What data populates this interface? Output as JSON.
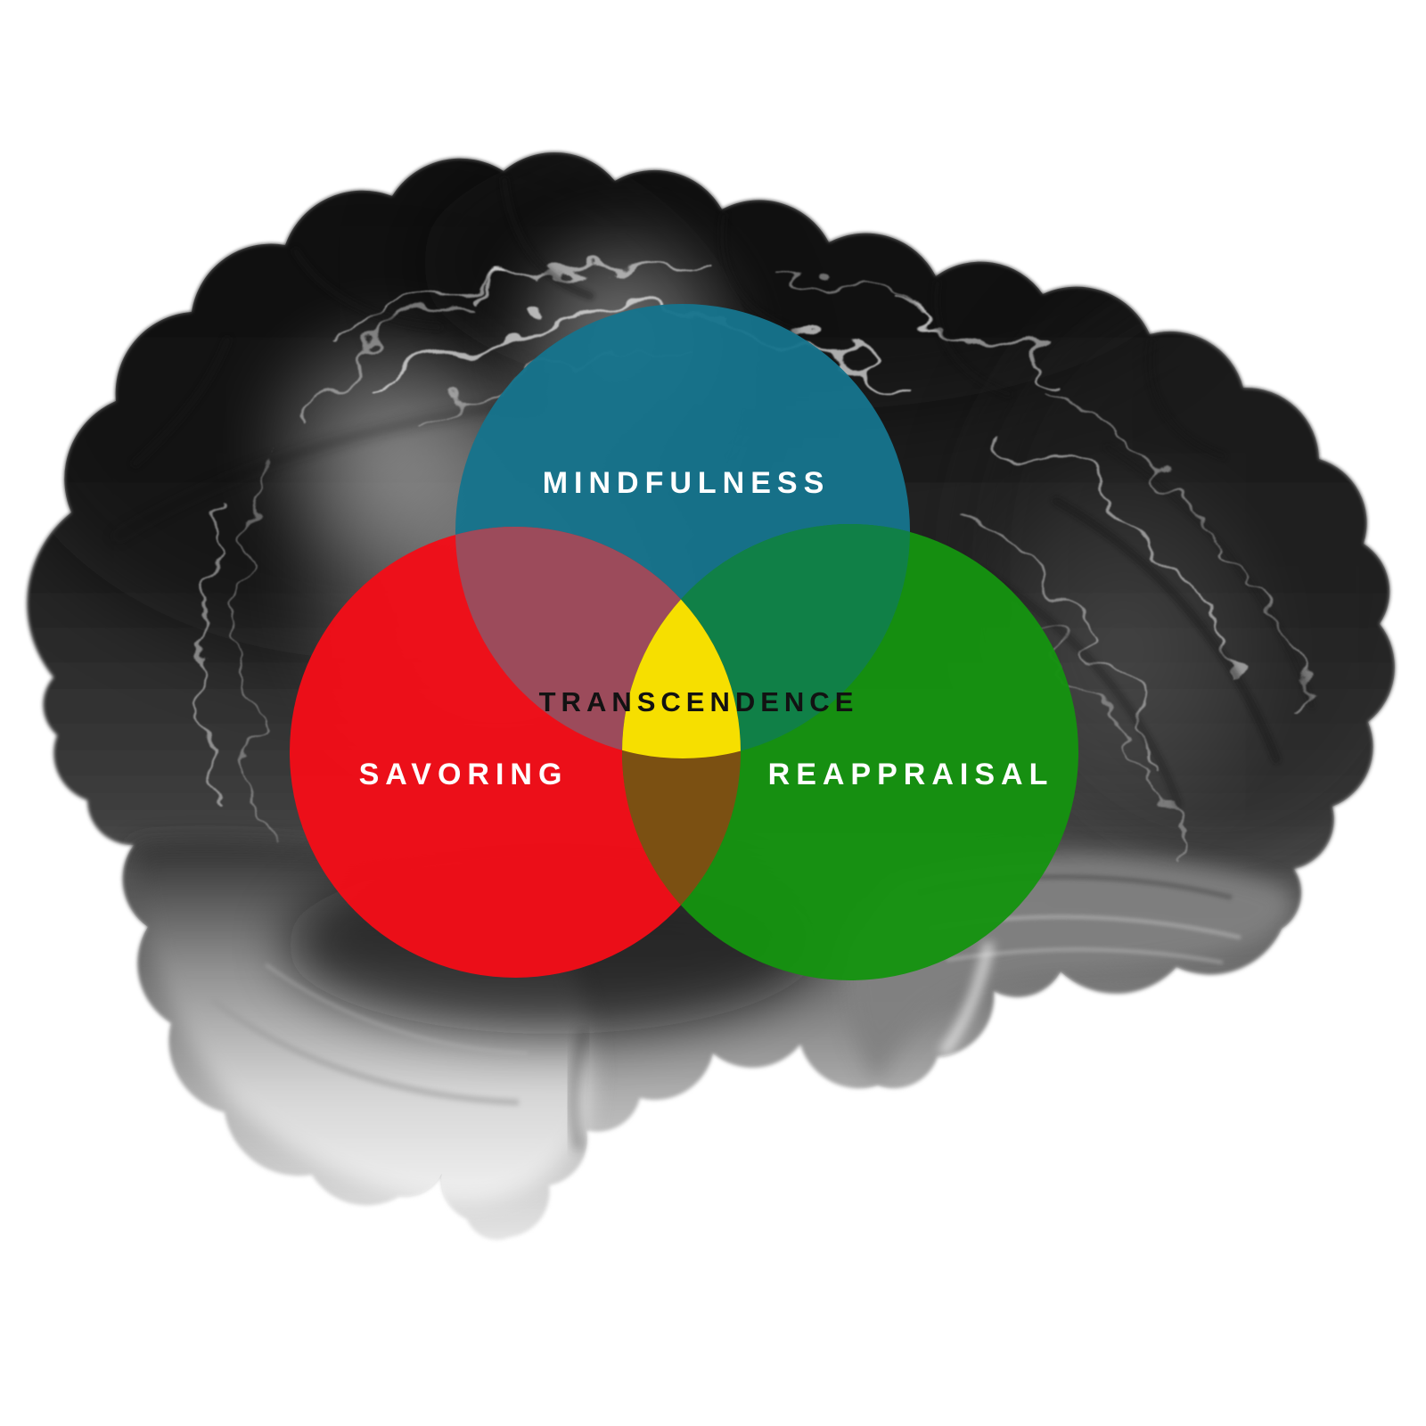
{
  "page": {
    "background_color": "#ffffff"
  },
  "background": {
    "illustration": "human-brain-lateral-view",
    "style": "grayscale"
  },
  "venn": {
    "circles": [
      {
        "id": "mindfulness",
        "label": "MINDFULNESS",
        "color": "#16748c",
        "label_color": "#ffffff"
      },
      {
        "id": "savoring",
        "label": "SAVORING",
        "color": "#f20d18",
        "label_color": "#ffffff"
      },
      {
        "id": "reappraisal",
        "label": "REAPPRAISAL",
        "color": "#159310",
        "label_color": "#ffffff"
      }
    ],
    "overlaps": {
      "mindfulness_savoring_color": "#9a4c5d",
      "mindfulness_reappraisal_color": "#108048",
      "savoring_reappraisal_color": "#7d4f12",
      "center": {
        "label": "TRANSCENDENCE",
        "color": "#f6df00",
        "label_color": "#121212"
      }
    }
  }
}
